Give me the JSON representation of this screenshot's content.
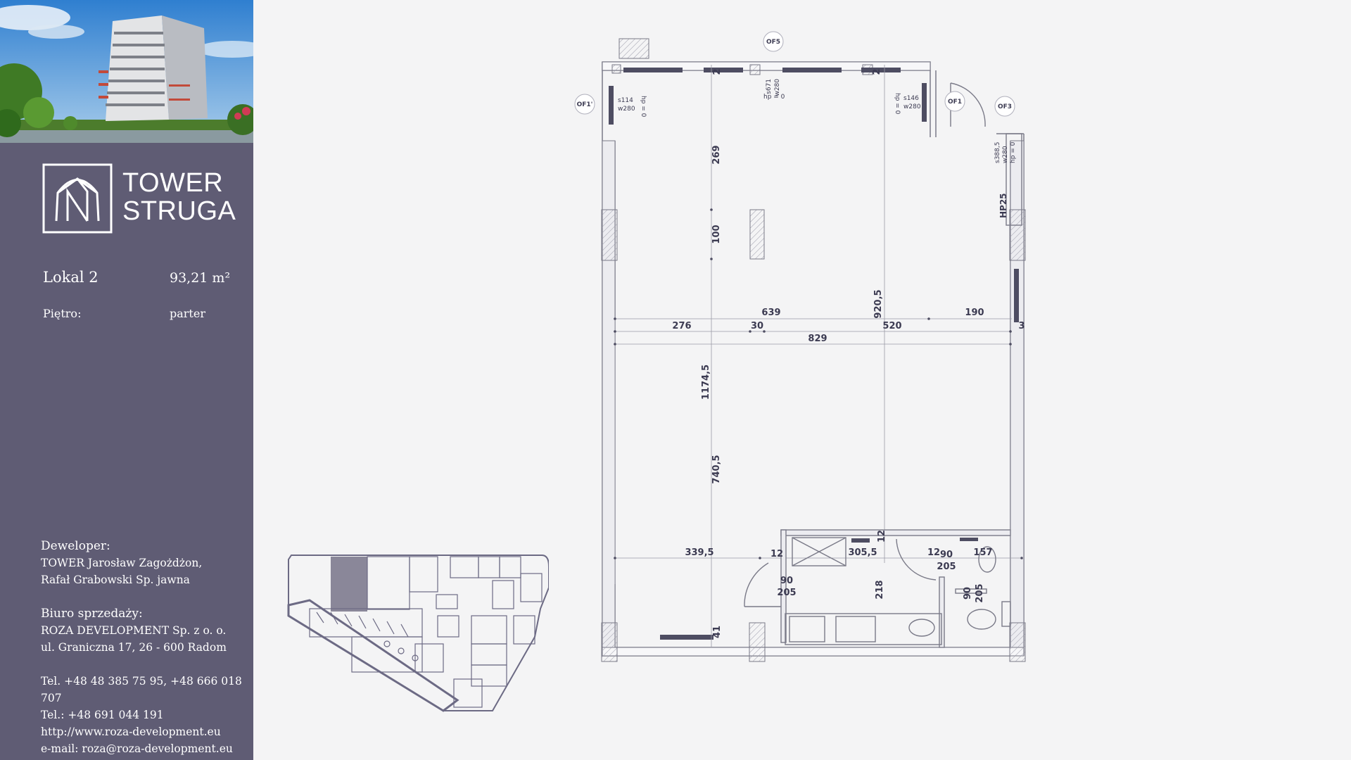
{
  "brand": {
    "name_line1": "TOWER",
    "name_line2": "STRUGA"
  },
  "unit": {
    "name": "Lokal 2",
    "area": "93,21 m²",
    "floor_label": "Piętro:",
    "floor_value": "parter"
  },
  "contact": {
    "developer_heading": "Deweloper:",
    "developer_line1": "TOWER Jarosław Zagożdżon,",
    "developer_line2": "Rafał Grabowski Sp. jawna",
    "sales_heading": "Biuro sprzedaży:",
    "sales_line1": "ROZA DEVELOPMENT Sp. z o. o.",
    "sales_line2": "ul. Graniczna 17, 26 - 600 Radom",
    "phone1": "Tel. +48 48 385 75 95, +48 666 018 707",
    "phone2": "Tel.: +48 691 044 191",
    "website": "http://www.roza-development.eu",
    "email": "e-mail: roza@roza-development.eu"
  },
  "plan": {
    "markers": [
      "OF5",
      "OF1'",
      "OF1",
      "OF3"
    ],
    "windows": [
      "s114",
      "w280",
      "hp = 0",
      "s671",
      "w280",
      "hp = 0",
      "s146",
      "w280",
      "hp = 0",
      "s388,5",
      "w280",
      "hp = 0"
    ],
    "hp_label": "HP25",
    "dims": {
      "d269": "269",
      "d100": "100",
      "d920_5": "920,5",
      "d639": "639",
      "d190": "190",
      "d276": "276",
      "d30": "30",
      "d520": "520",
      "d3": "3",
      "d829": "829",
      "d1174_5": "1174,5",
      "d740_5": "740,5",
      "d339_5": "339,5",
      "d12a": "12",
      "d305_5": "305,5",
      "d12b": "12",
      "d12c": "12",
      "d157": "157",
      "d218": "218",
      "d41": "41",
      "d2a": "2",
      "d2b": "2",
      "door1_w": "90",
      "door1_h": "205",
      "door2_w": "90",
      "door2_h": "205",
      "door3_w": "90",
      "door3_h": "205"
    }
  }
}
